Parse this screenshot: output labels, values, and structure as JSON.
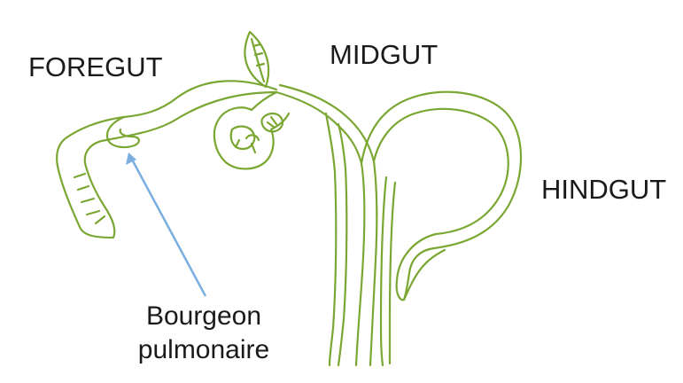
{
  "labels": {
    "foregut": "FOREGUT",
    "midgut": "MIDGUT",
    "hindgut": "HINDGUT",
    "bud_line1": "Bourgeon",
    "bud_line2": "pulmonaire"
  },
  "colors": {
    "gut_outline": "#7aa632",
    "arrow": "#7aaee0",
    "text": "#1a1a1a",
    "background": "#ffffff"
  }
}
